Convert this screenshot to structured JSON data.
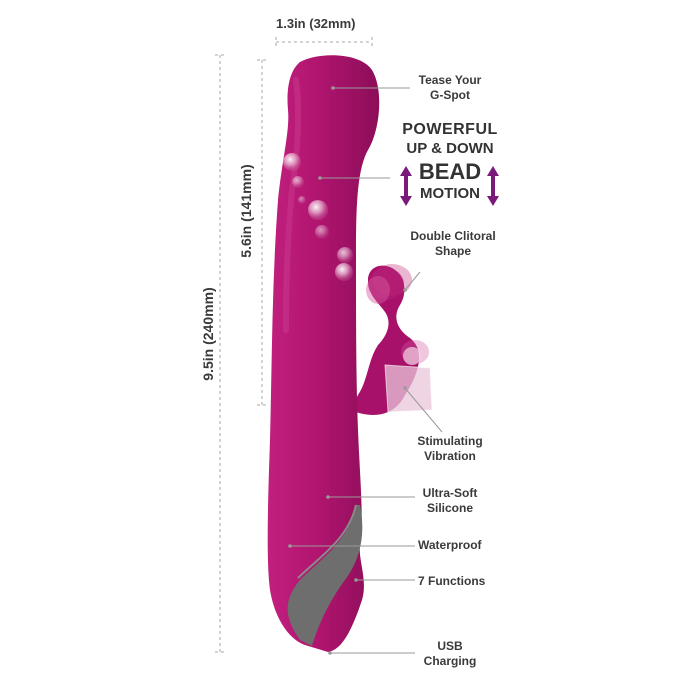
{
  "dimensions": {
    "width": "1.3in (32mm)",
    "total_length": "9.5in (240mm)",
    "insertable_length": "5.6in (141mm)"
  },
  "promo": {
    "line1": "POWERFUL",
    "line2": "UP & DOWN",
    "line3": "BEAD",
    "line4": "MOTION"
  },
  "features": {
    "g_spot": [
      "Tease  Your",
      "G-Spot"
    ],
    "clitoral": [
      "Double Clitoral",
      "Shape"
    ],
    "vibration": [
      "Stimulating",
      "Vibration"
    ],
    "silicone": [
      "Ultra-Soft",
      "Silicone"
    ],
    "waterproof": "Waterproof",
    "functions": "7 Functions",
    "usb": [
      "USB",
      "Charging"
    ]
  },
  "colors": {
    "body": "#b0156f",
    "body_highlight": "#d84a9e",
    "grip": "#6e6e6e",
    "arrow": "#7a1a7a",
    "leader": "#9a9a9a"
  }
}
